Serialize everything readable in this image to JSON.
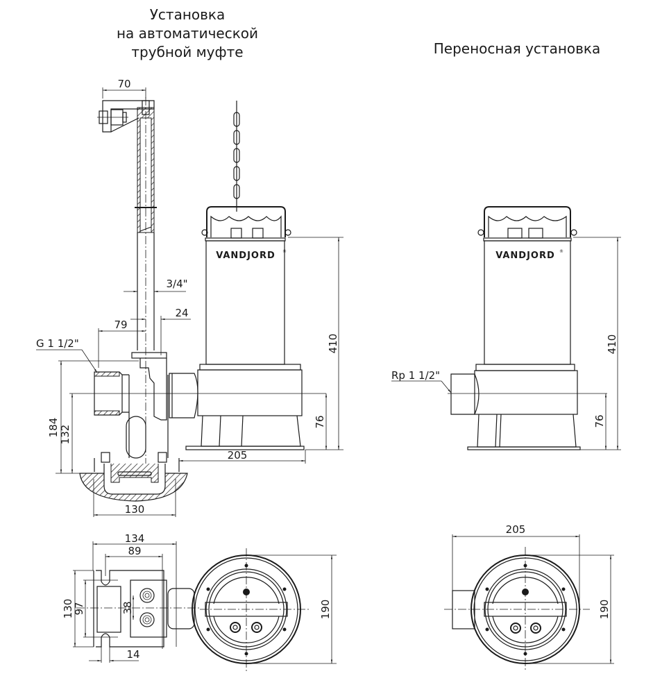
{
  "titles": {
    "auto_coupling": [
      "Установка",
      "на автоматической",
      "трубной муфте"
    ],
    "portable": "Переносная установка"
  },
  "brand": {
    "logo": "VANDJORD",
    "registered_mark": "®"
  },
  "auto_coupling_side_view": {
    "dimensions": {
      "bracket_width": "70",
      "guide_pipe": "3/4\"",
      "offset_24": "24",
      "offset_79": "79",
      "thread": "G 1 1/2\"",
      "height_184": "184",
      "height_132": "132",
      "height_410": "410",
      "outlet_height_76": "76",
      "base_width_205": "205",
      "foundation_130": "130"
    }
  },
  "auto_coupling_top_view": {
    "dimensions": {
      "width_134": "134",
      "width_89": "89",
      "height_130": "130",
      "height_97": "97",
      "spacing_38": "38",
      "slot_14": "14",
      "diameter_190": "190"
    }
  },
  "portable_side_view": {
    "dimensions": {
      "thread": "Rp 1 1/2\"",
      "height_410": "410",
      "outlet_height_76": "76"
    }
  },
  "portable_top_view": {
    "dimensions": {
      "width_205": "205",
      "diameter_190": "190"
    }
  }
}
